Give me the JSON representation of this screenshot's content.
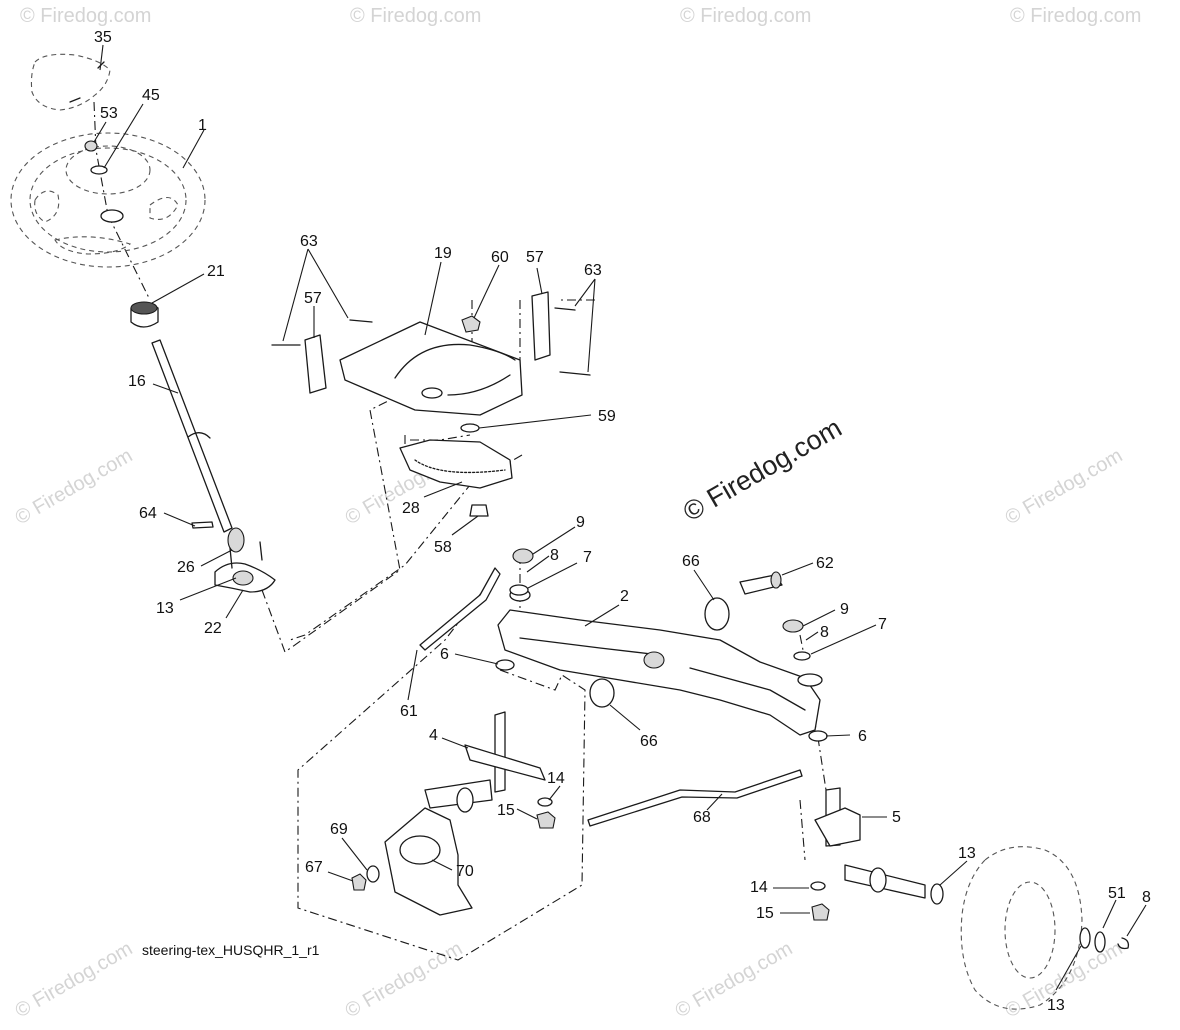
{
  "diagram": {
    "reference": "steering-tex_HUSQHR_1_r1",
    "watermark": "© Firedog.com",
    "callouts": [
      "1",
      "2",
      "4",
      "5",
      "6",
      "7",
      "8",
      "9",
      "13",
      "14",
      "15",
      "16",
      "19",
      "21",
      "22",
      "26",
      "28",
      "35",
      "45",
      "51",
      "53",
      "57",
      "58",
      "59",
      "60",
      "61",
      "62",
      "63",
      "64",
      "66",
      "67",
      "68",
      "69",
      "70"
    ]
  }
}
